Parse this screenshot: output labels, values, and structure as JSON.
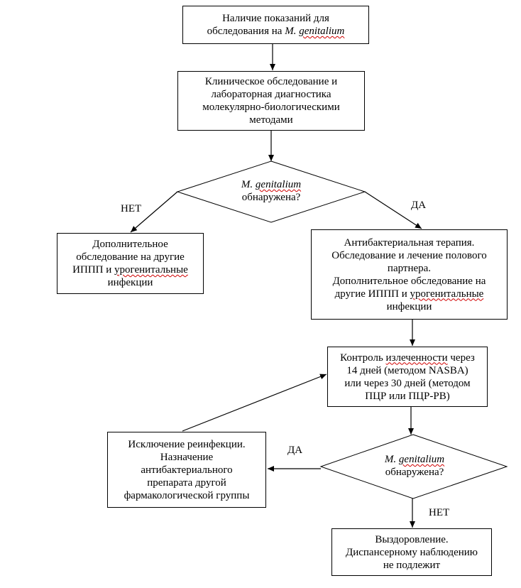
{
  "nodes": {
    "start": {
      "line1": "Наличие показаний для",
      "line2_prefix": "обследования на ",
      "species_abbr": "M.",
      "species_name": "genitalium"
    },
    "exam": {
      "lines": [
        "Клиническое обследование и",
        "лабораторная диагностика",
        "молекулярно-биологическими",
        "методами"
      ]
    },
    "decision1": {
      "species_abbr": "M.",
      "species_name": "genitalium",
      "line2": "обнаружена?"
    },
    "no_branch": {
      "lines": [
        "Дополнительное",
        "обследование на другие",
        "ИППП и ",
        "урогенитальные",
        "инфекции"
      ]
    },
    "yes_branch": {
      "line1": "Антибактериальная терапия.",
      "line2": "Обследование и лечение полового",
      "line3": "партнера.",
      "line4": "Дополнительное обследование на",
      "line5_prefix": "другие ИППП и ",
      "line5_sq": "урогенитальные",
      "line6": "инфекции"
    },
    "control": {
      "line1_prefix": "Контроль ",
      "line1_sq": "излеченности",
      "line1_suffix": " через",
      "line2": "14 дней (методом NASBA)",
      "line3": "или через 30 дней (методом",
      "line4": "ПЦР или ПЦР-РВ)"
    },
    "decision2": {
      "species_abbr": "M.",
      "species_name": "genitalium",
      "line2": "обнаружена?"
    },
    "reinfection": {
      "lines": [
        "Исключение реинфекции.",
        "Назначение",
        "антибактериального",
        "препарата другой",
        "фармакологической группы"
      ]
    },
    "recovery": {
      "lines": [
        "Выздоровление.",
        "Диспансерному наблюдению",
        "не подлежит"
      ]
    }
  },
  "edge_labels": {
    "no1": "НЕТ",
    "yes1": "ДА",
    "yes2": "ДА",
    "no2": "НЕТ"
  }
}
